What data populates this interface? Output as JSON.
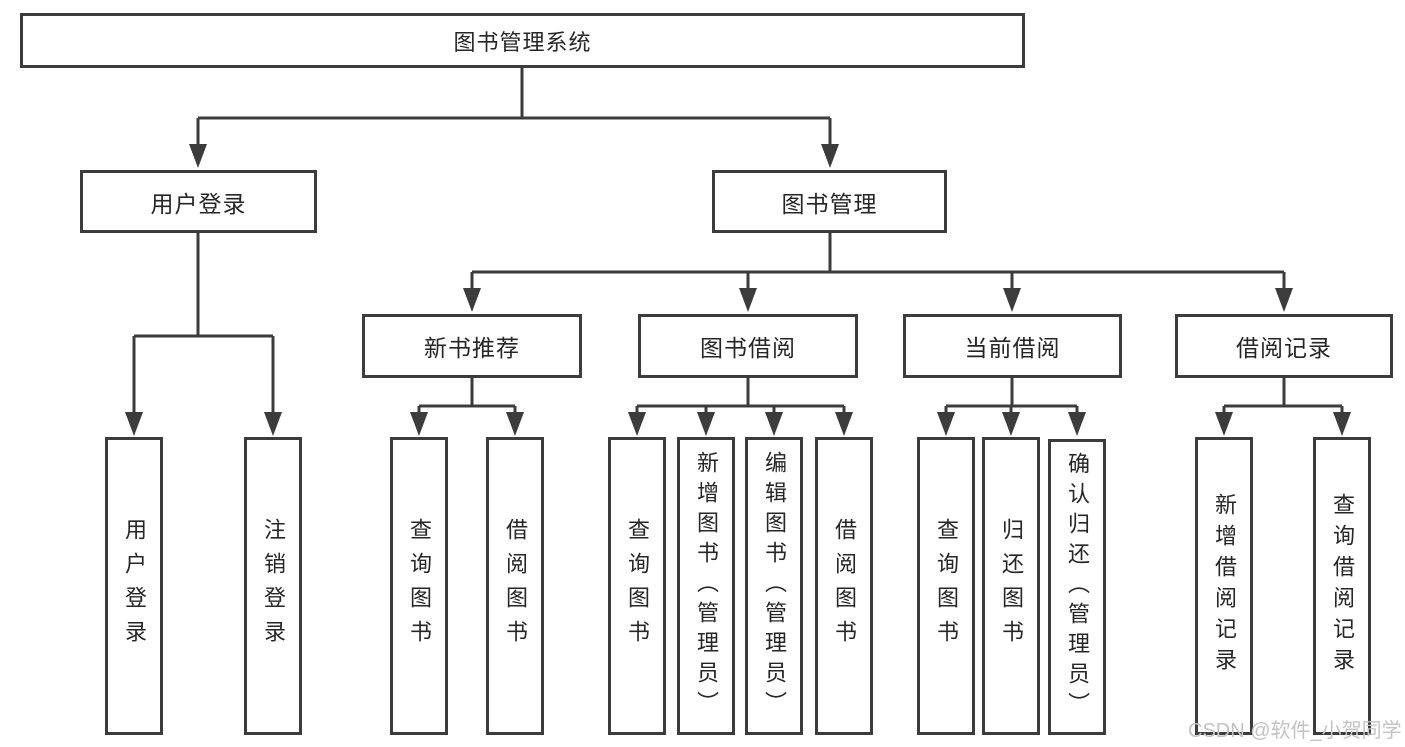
{
  "diagram": {
    "type": "tree",
    "title": "图书管理系统",
    "tree": {
      "label": "图书管理系统",
      "children": [
        {
          "label": "用户登录",
          "children": [
            {
              "label": "用户登录"
            },
            {
              "label": "注销登录"
            }
          ]
        },
        {
          "label": "图书管理",
          "children": [
            {
              "label": "新书推荐",
              "children": [
                {
                  "label": "查询图书"
                },
                {
                  "label": "借阅图书"
                }
              ]
            },
            {
              "label": "图书借阅",
              "children": [
                {
                  "label": "查询图书"
                },
                {
                  "label": "新增图书（管理员）"
                },
                {
                  "label": "编辑图书（管理员）"
                },
                {
                  "label": "借阅图书"
                }
              ]
            },
            {
              "label": "当前借阅",
              "children": [
                {
                  "label": "查询图书"
                },
                {
                  "label": "归还图书"
                },
                {
                  "label": "确认归还（管理员）"
                }
              ]
            },
            {
              "label": "借阅记录",
              "children": [
                {
                  "label": "新增借阅记录"
                },
                {
                  "label": "查询借阅记录"
                }
              ]
            }
          ]
        }
      ]
    },
    "colors": {
      "line": "#3c3c3c",
      "box_border": "#3c3c3c",
      "box_fill": "#ffffff",
      "text": "#262626"
    }
  },
  "watermark": {
    "text": "CSDN @软件_小贺同学",
    "color": "#c3c3c3"
  }
}
